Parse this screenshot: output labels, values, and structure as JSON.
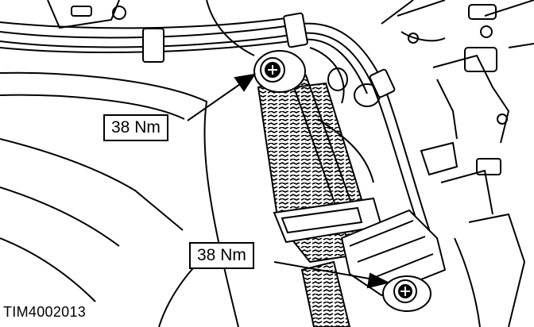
{
  "callouts": [
    {
      "label": "38 Nm"
    },
    {
      "label": "38 Nm"
    }
  ],
  "figure_id": "TIM4002013",
  "colors": {
    "line": "#000000",
    "background": "#ffffff"
  }
}
